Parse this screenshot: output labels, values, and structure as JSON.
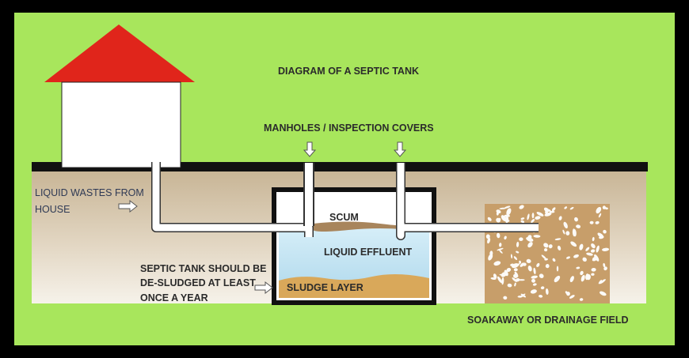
{
  "title": "DIAGRAM OF A SEPTIC TANK",
  "labels": {
    "manholes": "MANHOLES / INSPECTION COVERS",
    "liquid_wastes_line1": "LIQUID WASTES FROM",
    "liquid_wastes_line2": "HOUSE",
    "scum": "SCUM",
    "liquid_effluent": "LIQUID EFFLUENT",
    "desludge_line1": "SEPTIC TANK SHOULD BE",
    "desludge_line2": "DE-SLUDGED AT LEAST",
    "desludge_line3": "ONCE A YEAR",
    "sludge_layer": "SLUDGE LAYER",
    "soakaway": "SOAKAWAY OR DRAINAGE FIELD"
  },
  "colors": {
    "background": "#a8e65c",
    "frame": "#000000",
    "roof": "#e0251b",
    "house": "#ffffff",
    "ground_surface": "#111111",
    "soil_top": "#c8b596",
    "soil_bottom": "#f4efe6",
    "tank_wall": "#111111",
    "liquid": "#bfe3f2",
    "sludge": "#d9a85a",
    "scum": "#a8855c",
    "pipe": "#ffffff",
    "gravel": "#c79e6a"
  }
}
